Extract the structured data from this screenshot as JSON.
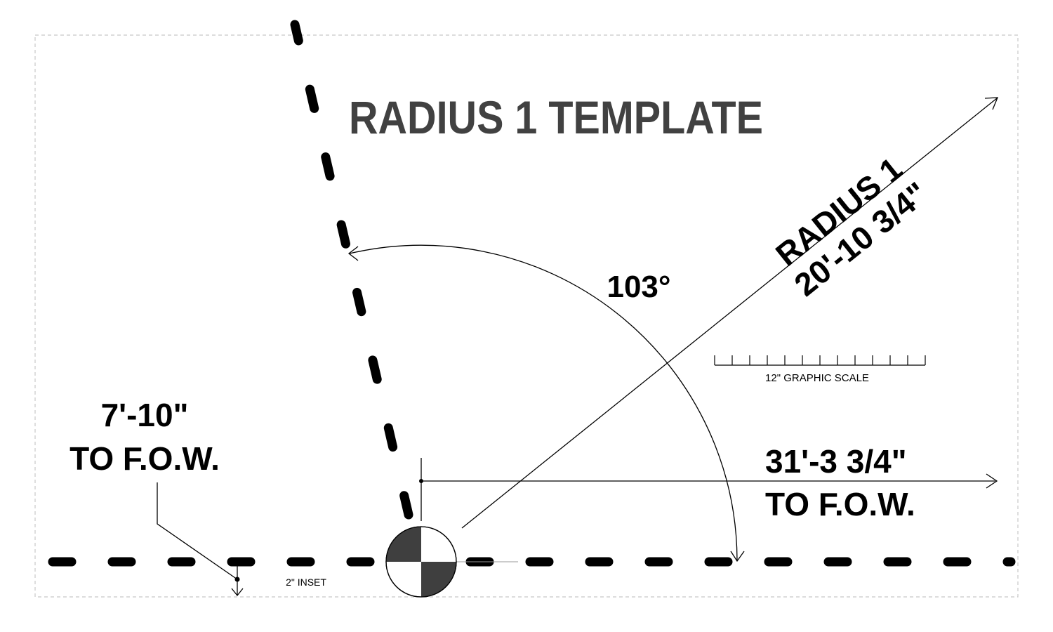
{
  "title": "RADIUS 1 TEMPLATE",
  "radius": {
    "label": "RADIUS 1",
    "value": "20'-10 3/4\""
  },
  "angle": {
    "label": "103°",
    "degrees": 103
  },
  "graphic_scale": {
    "label": "12\" GRAPHIC SCALE",
    "tick_count": 12
  },
  "left_dimension": {
    "value": "7'-10\"",
    "label": "TO F.O.W."
  },
  "right_dimension": {
    "value": "31'-3 3/4\"",
    "label": "TO F.O.W."
  },
  "inset_note": "2\" INSET",
  "colors": {
    "title": "#414141",
    "line": "#000000",
    "border": "#c8c8c8",
    "target_dark": "#3f3f3f",
    "target_light": "#ffffff"
  }
}
